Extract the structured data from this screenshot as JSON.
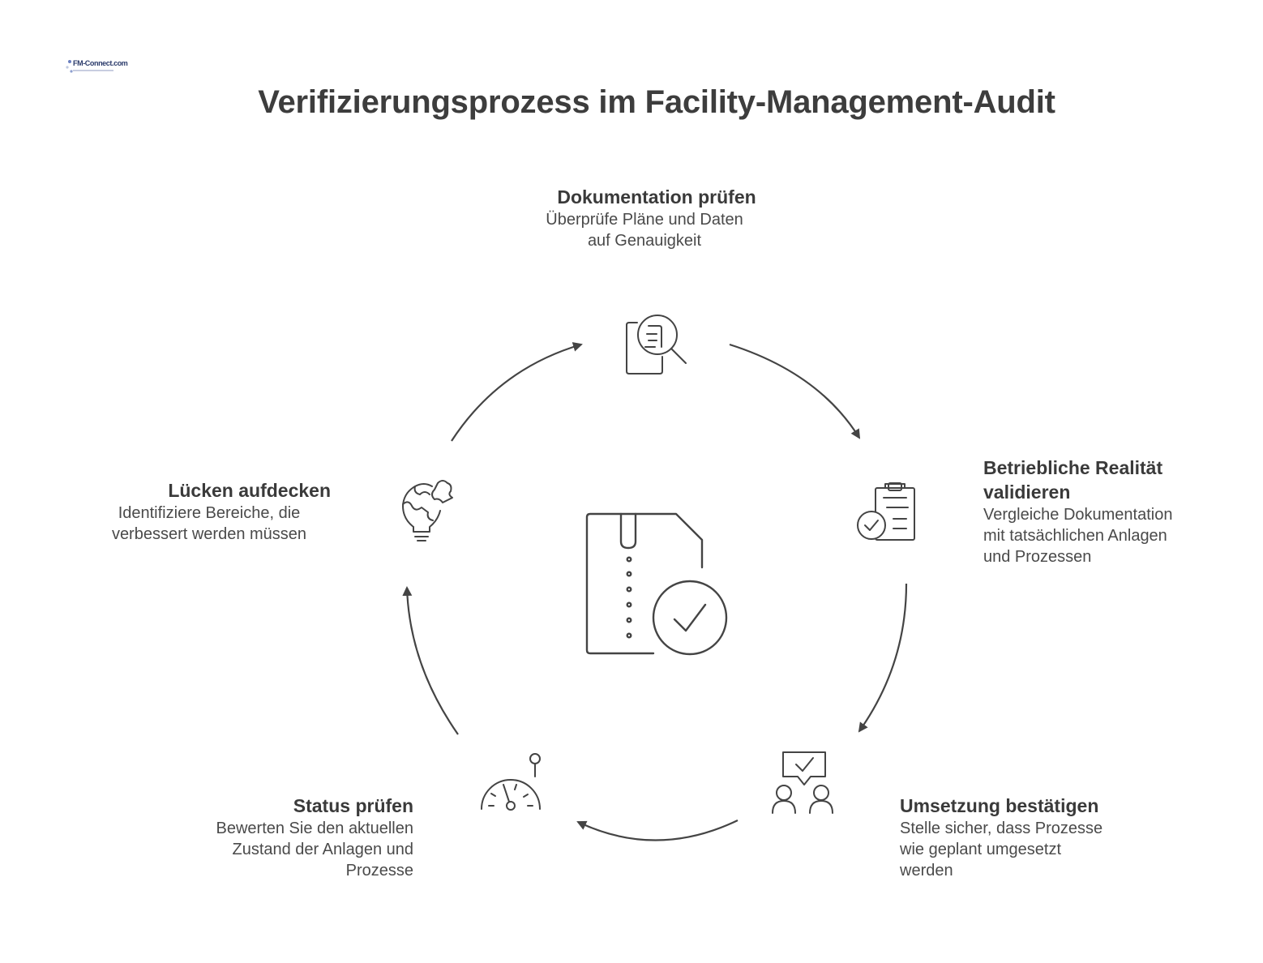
{
  "title": "Verifizierungsprozess im Facility-Management-Audit",
  "logo": {
    "text": "FM-Connect.com"
  },
  "steps": [
    {
      "id": "dokumentation",
      "title": "Dokumentation prüfen",
      "description": "Überprüfe Pläne und Daten\nauf Genauigkeit",
      "icon": "document-search-icon"
    },
    {
      "id": "realitaet",
      "title": "Betriebliche Realität\nvalidieren",
      "description": "Vergleiche Dokumentation\nmit tatsächlichen Anlagen\nund Prozessen",
      "icon": "clipboard-check-icon"
    },
    {
      "id": "umsetzung",
      "title": "Umsetzung bestätigen",
      "description": "Stelle sicher, dass Prozesse\nwie geplant umgesetzt\nwerden",
      "icon": "people-approval-icon"
    },
    {
      "id": "status",
      "title": "Status prüfen",
      "description": "Bewerten Sie den aktuellen\nZustand der Anlagen und\nProzesse",
      "icon": "gauge-icon"
    },
    {
      "id": "luecken",
      "title": "Lücken aufdecken",
      "description": "Identifiziere Bereiche, die\nverbessert werden müssen",
      "icon": "puzzle-bulb-icon"
    }
  ],
  "center_icon": "document-verified-icon",
  "colors": {
    "text": "#3d3d3d",
    "stroke": "#444444",
    "background": "#ffffff"
  }
}
